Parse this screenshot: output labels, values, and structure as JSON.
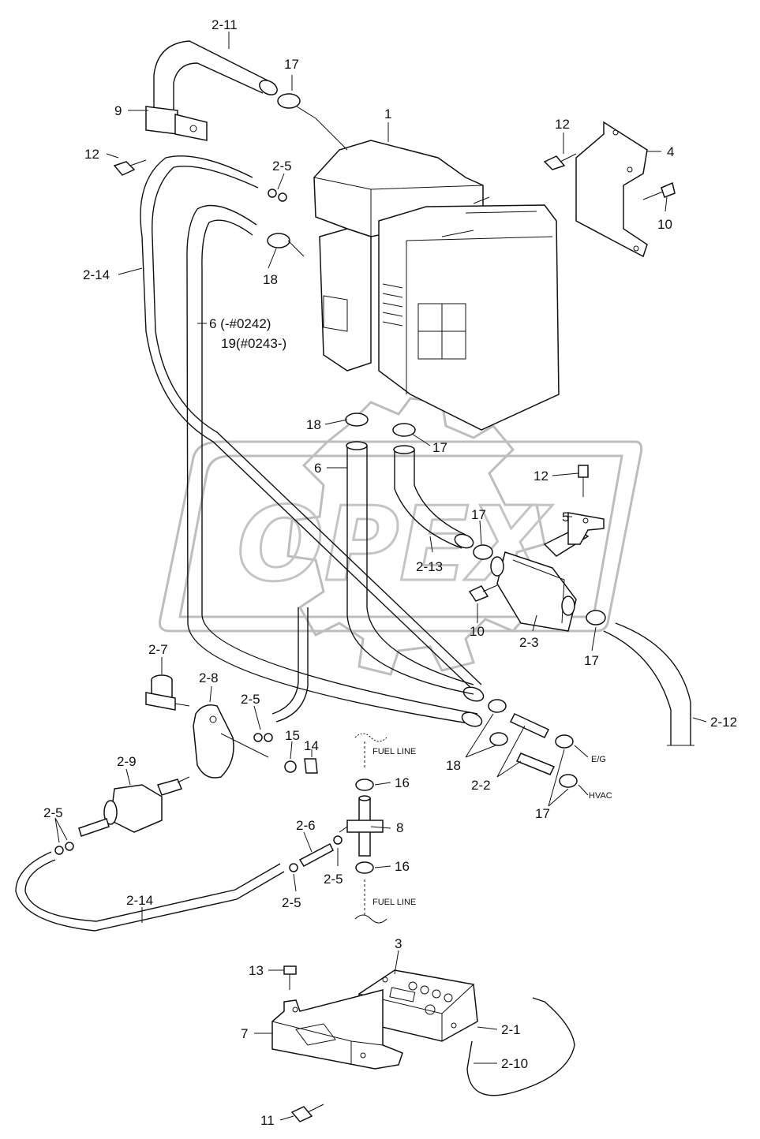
{
  "watermark": {
    "brand": "OPEX"
  },
  "labels": [
    {
      "id": "l-2-11",
      "text": "2-11"
    },
    {
      "id": "l-17a",
      "text": "17"
    },
    {
      "id": "l-1",
      "text": "1"
    },
    {
      "id": "l-12a",
      "text": "12"
    },
    {
      "id": "l-4",
      "text": "4"
    },
    {
      "id": "l-9",
      "text": "9"
    },
    {
      "id": "l-12b",
      "text": "12"
    },
    {
      "id": "l-2-5a",
      "text": "2-5"
    },
    {
      "id": "l-10a",
      "text": "10"
    },
    {
      "id": "l-2-14a",
      "text": "2-14"
    },
    {
      "id": "l-18a",
      "text": "18"
    },
    {
      "id": "l-6a",
      "text": "6 (-#0242)"
    },
    {
      "id": "l-19",
      "text": "19(#0243-)"
    },
    {
      "id": "l-18b",
      "text": "18"
    },
    {
      "id": "l-17b",
      "text": "17"
    },
    {
      "id": "l-6b",
      "text": "6"
    },
    {
      "id": "l-12c",
      "text": "12"
    },
    {
      "id": "l-5",
      "text": "5"
    },
    {
      "id": "l-17c",
      "text": "17"
    },
    {
      "id": "l-2-13",
      "text": "2-13"
    },
    {
      "id": "l-10b",
      "text": "10"
    },
    {
      "id": "l-2-3",
      "text": "2-3"
    },
    {
      "id": "l-17d",
      "text": "17"
    },
    {
      "id": "l-2-7",
      "text": "2-7"
    },
    {
      "id": "l-2-8",
      "text": "2-8"
    },
    {
      "id": "l-2-5b",
      "text": "2-5"
    },
    {
      "id": "l-15",
      "text": "15"
    },
    {
      "id": "l-14",
      "text": "14"
    },
    {
      "id": "l-2-12",
      "text": "2-12"
    },
    {
      "id": "l-2-9",
      "text": "2-9"
    },
    {
      "id": "l-18c",
      "text": "18"
    },
    {
      "id": "l-2-2",
      "text": "2-2"
    },
    {
      "id": "l-16a",
      "text": "16"
    },
    {
      "id": "l-17e",
      "text": "17"
    },
    {
      "id": "l-8",
      "text": "8"
    },
    {
      "id": "l-2-5c",
      "text": "2-5"
    },
    {
      "id": "l-2-6",
      "text": "2-6"
    },
    {
      "id": "l-16b",
      "text": "16"
    },
    {
      "id": "l-2-5d",
      "text": "2-5"
    },
    {
      "id": "l-2-5e",
      "text": "2-5"
    },
    {
      "id": "l-2-14b",
      "text": "2-14"
    },
    {
      "id": "l-3",
      "text": "3"
    },
    {
      "id": "l-13",
      "text": "13"
    },
    {
      "id": "l-2-1",
      "text": "2-1"
    },
    {
      "id": "l-7",
      "text": "7"
    },
    {
      "id": "l-2-10",
      "text": "2-10"
    },
    {
      "id": "l-11",
      "text": "11"
    }
  ],
  "small_labels": {
    "fuel_line_top": "FUEL LINE",
    "fuel_line_bottom": "FUEL LINE",
    "eg": "E/G",
    "hvac": "HVAC"
  }
}
